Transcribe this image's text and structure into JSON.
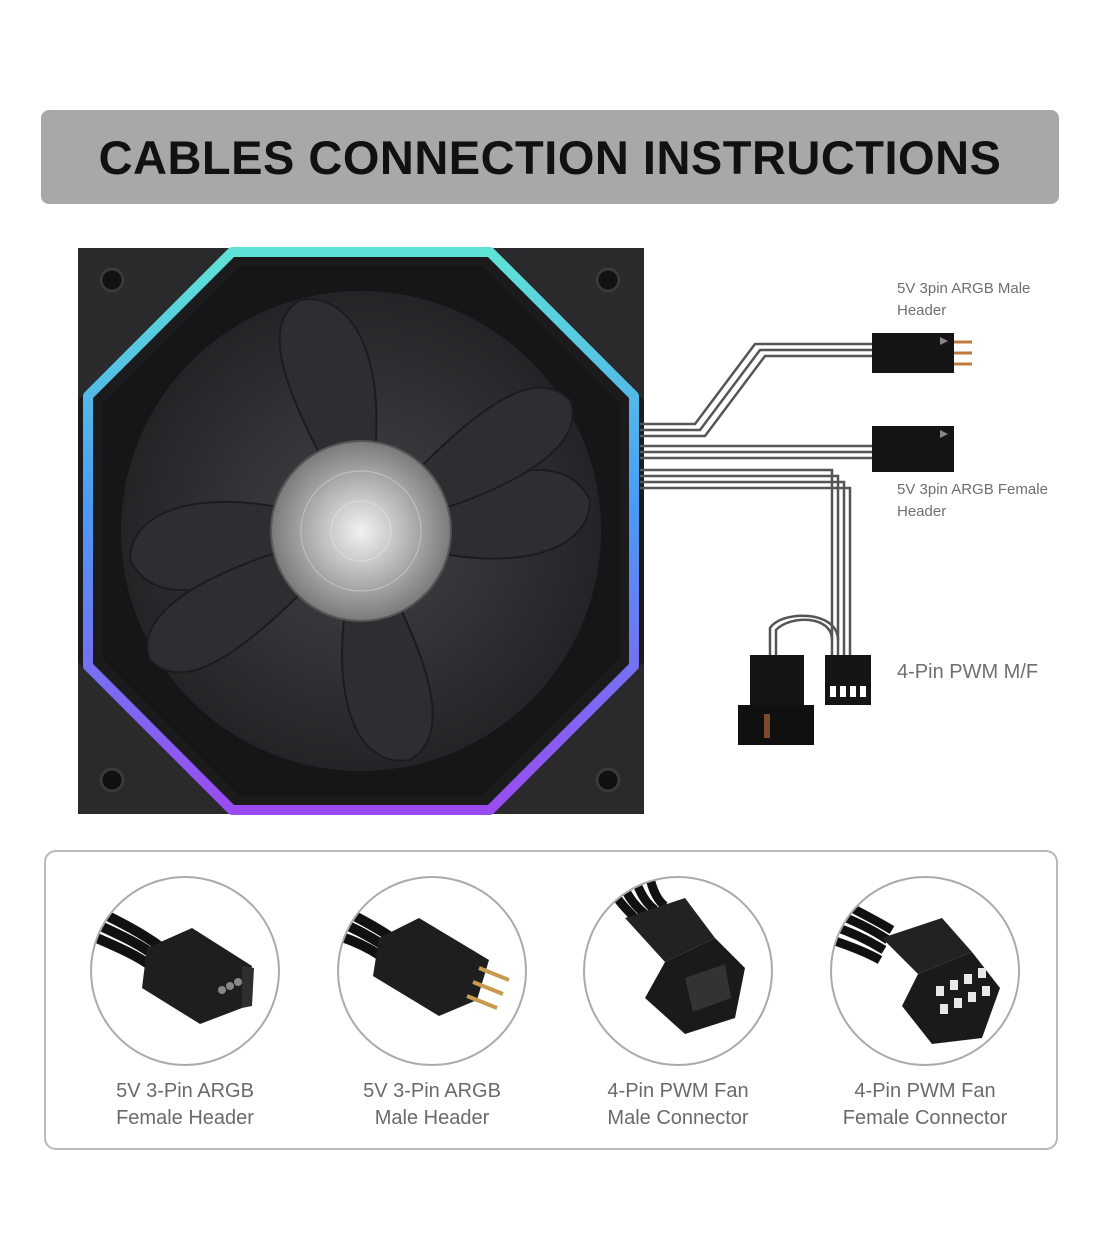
{
  "title": "CABLES CONNECTION INSTRUCTIONS",
  "diagram": {
    "labels": {
      "argb_male": "5V 3pin ARGB Male Header",
      "argb_female": "5V 3pin ARGB Female Header",
      "pwm": "4-Pin PWM M/F"
    },
    "colors": {
      "ring_top": "#5fe3d6",
      "ring_mid": "#4a9bf5",
      "ring_bottom": "#9a4cf0",
      "fan_frame": "#1b1b1d"
    }
  },
  "legend": {
    "items": [
      {
        "icon": "argb-female-connector-icon",
        "line1": "5V 3-Pin ARGB",
        "line2": "Female Header"
      },
      {
        "icon": "argb-male-connector-icon",
        "line1": "5V 3-Pin ARGB",
        "line2": "Male Header"
      },
      {
        "icon": "pwm-male-connector-icon",
        "line1": "4-Pin PWM Fan",
        "line2": "Male Connector"
      },
      {
        "icon": "pwm-female-connector-icon",
        "line1": "4-Pin PWM Fan",
        "line2": "Female Connector"
      }
    ]
  }
}
